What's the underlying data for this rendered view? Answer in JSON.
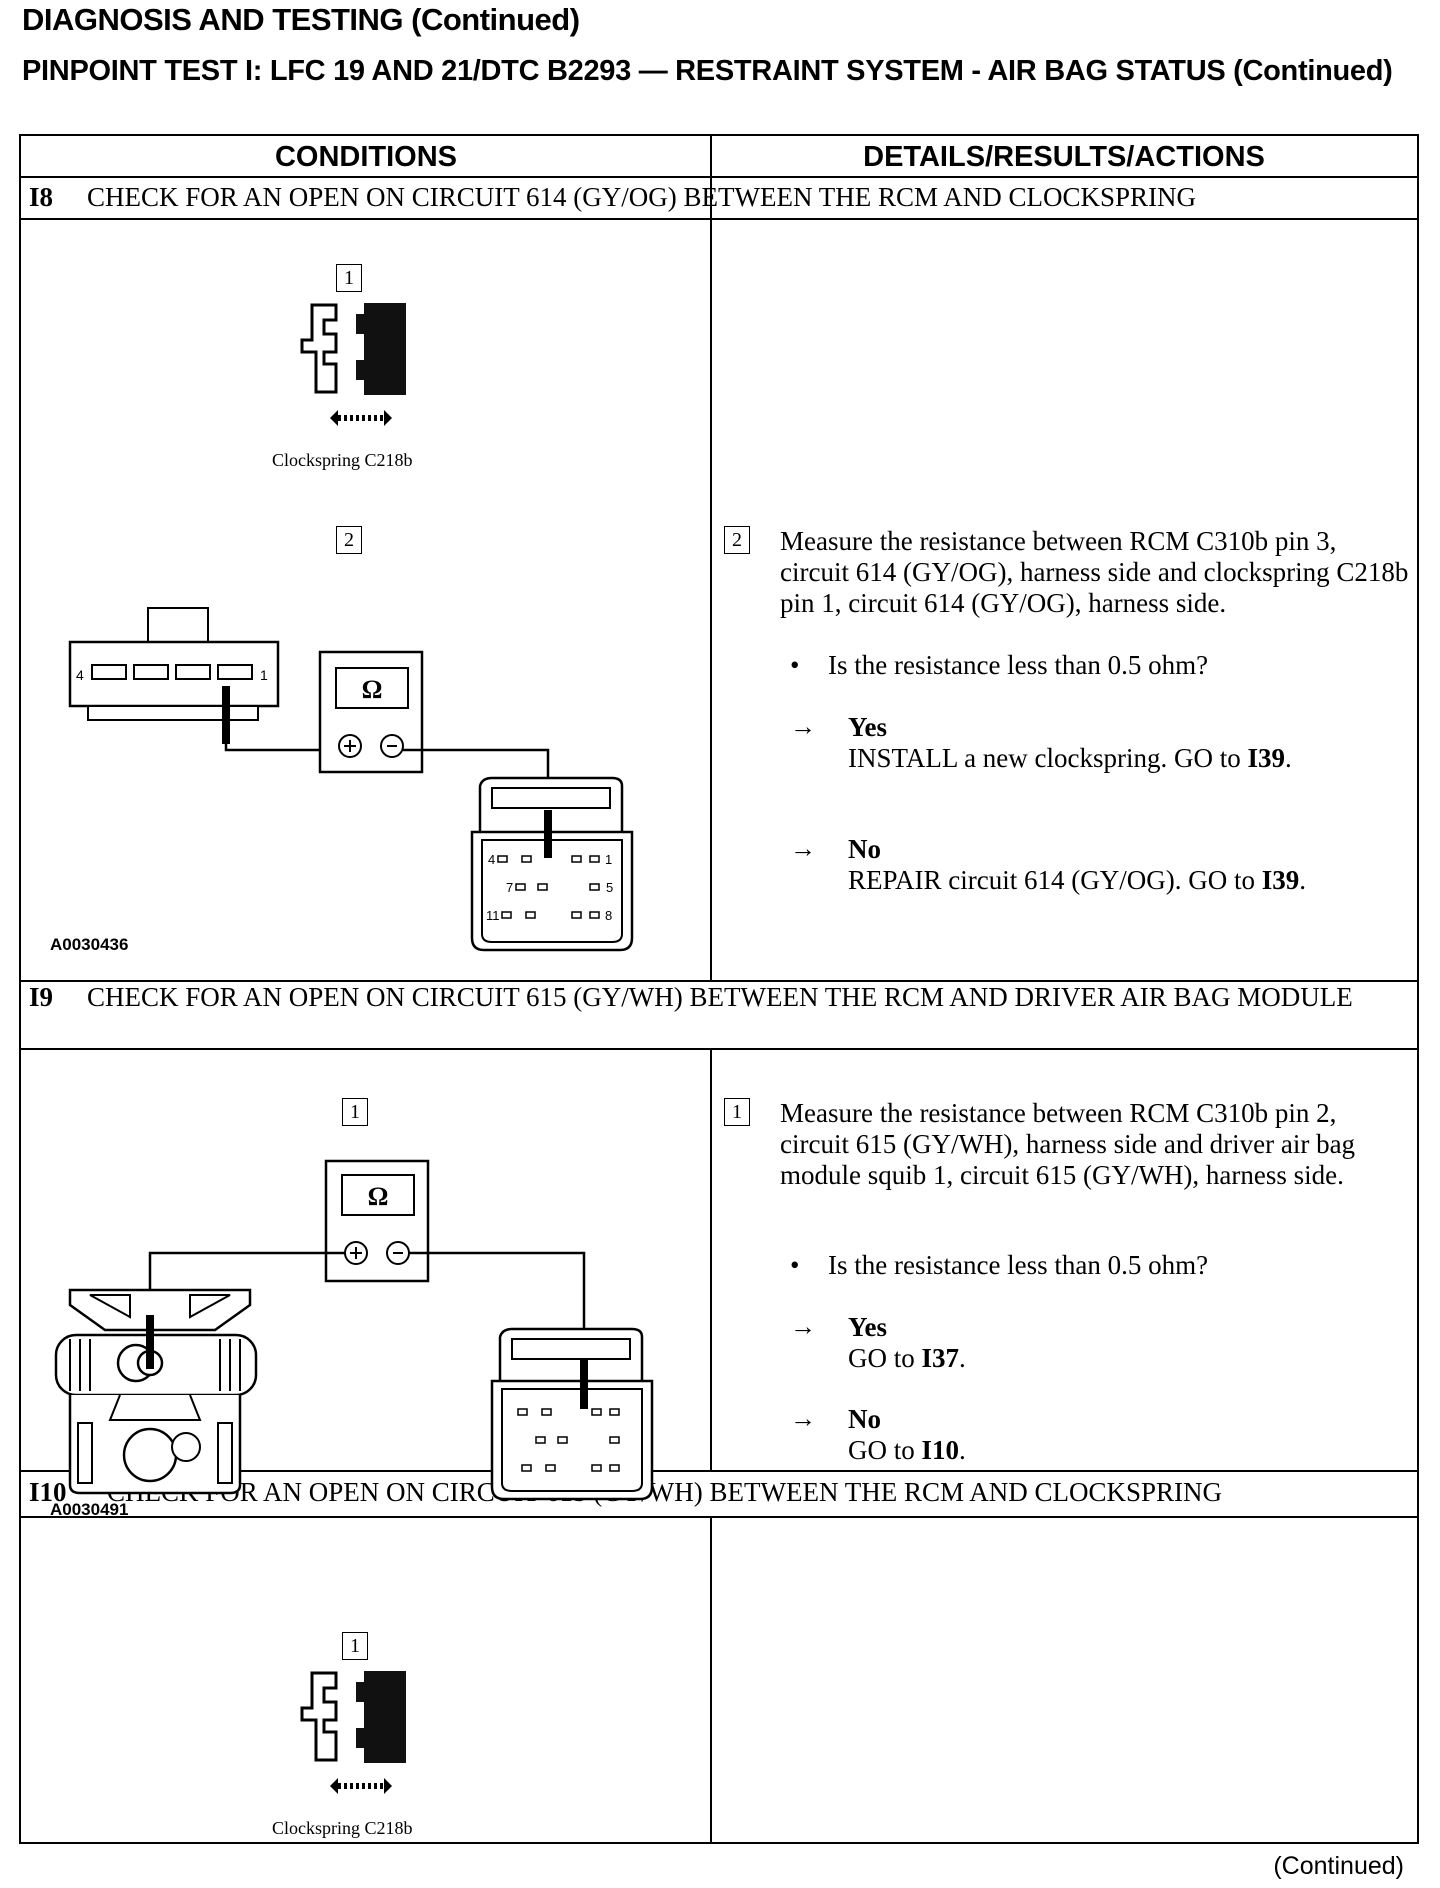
{
  "header": {
    "title": "DIAGNOSIS AND TESTING (Continued)",
    "subtitle": "PINPOINT TEST I: LFC 19 AND 21/DTC B2293 — RESTRAINT SYSTEM - AIR BAG STATUS (Continued)"
  },
  "table": {
    "col_conditions": "CONDITIONS",
    "col_details": "DETAILS/RESULTS/ACTIONS"
  },
  "steps": [
    {
      "id": "I8",
      "title": "CHECK FOR AN OPEN ON CIRCUIT 614 (GY/OG) BETWEEN THE RCM AND CLOCKSPRING",
      "fig1_num": "1",
      "fig1_caption": "Clockspring C218b",
      "fig2_num": "2",
      "fig_id": "A0030436",
      "meter_symbol": "Ω",
      "conn_pins": {
        "p4": "4",
        "p1": "1"
      },
      "conn2_pins": {
        "p4": "4",
        "p1": "1",
        "p7": "7",
        "p5": "5",
        "p11": "11",
        "p8": "8"
      },
      "detail_num": "2",
      "detail_text": "Measure the resistance between RCM C310b pin 3, circuit 614 (GY/OG), harness side and clockspring C218b pin 1, circuit 614 (GY/OG), harness side.",
      "question": "Is the resistance less than 0.5 ohm?",
      "yes_label": "Yes",
      "yes_text": "INSTALL a new clockspring. GO to",
      "yes_goto": "I39",
      "no_label": "No",
      "no_text": "REPAIR circuit 614 (GY/OG). GO to",
      "no_goto": "I39"
    },
    {
      "id": "I9",
      "title": "CHECK FOR AN OPEN ON CIRCUIT 615 (GY/WH) BETWEEN THE RCM AND DRIVER AIR BAG MODULE",
      "fig1_num": "1",
      "fig_id": "A0030491",
      "meter_symbol": "Ω",
      "detail_num": "1",
      "detail_text": "Measure the resistance between RCM C310b pin 2, circuit 615 (GY/WH), harness side and driver air bag module squib 1, circuit 615 (GY/WH), harness side.",
      "question": "Is the resistance less than 0.5 ohm?",
      "yes_label": "Yes",
      "yes_text": "GO to",
      "yes_goto": "I37",
      "no_label": "No",
      "no_text": "GO to",
      "no_goto": "I10"
    },
    {
      "id": "I10",
      "title": "CHECK FOR AN OPEN ON CIRCUIT 615 (GY/WH) BETWEEN THE RCM AND CLOCKSPRING",
      "fig1_num": "1",
      "fig1_caption": "Clockspring C218b"
    }
  ],
  "footer": "(Continued)"
}
